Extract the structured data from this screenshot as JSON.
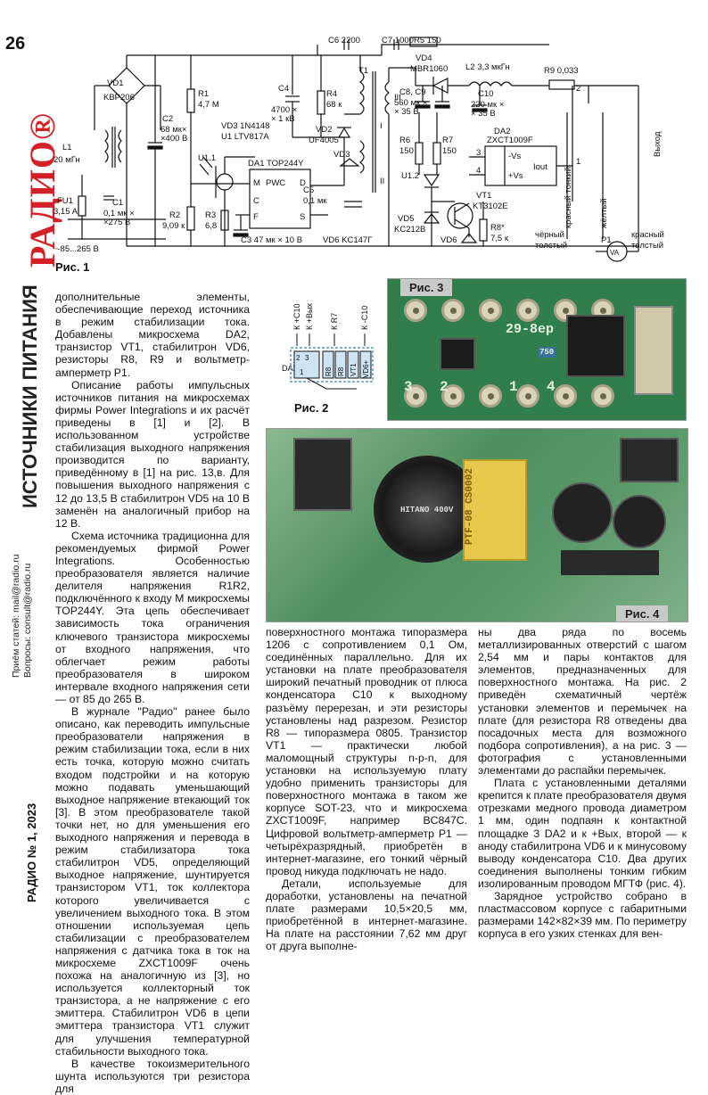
{
  "sidebar": {
    "page_number": "26",
    "logo": "РАДИО®",
    "section": "ИСТОЧНИКИ ПИТАНИЯ",
    "contacts_line1": "Приём статей: mail@radio.ru",
    "contacts_line2": "Вопросы: consult@radio.ru",
    "issue": "РАДИО № 1, 2023"
  },
  "fig1": {
    "caption": "Рис. 1",
    "labels": {
      "vd1": "VD1",
      "vd1_type": "KBP206",
      "l1": "L1",
      "l1_val": "20 мГн",
      "fu1": "FU1",
      "fu1_val": "3,15 A",
      "c1": "C1",
      "c1_val1": "0,1 мк ×",
      "c1_val2": "×275 В",
      "mains": "~85...265 В",
      "c2": "C2",
      "c2_val1": "68 мк×",
      "c2_val2": "×400 В",
      "r1": "R1",
      "r1_val": "4,7 М",
      "r2": "R2",
      "r2_val": "9,09 к",
      "r3": "R3",
      "r3_val": "6,8",
      "vd3": "VD3 1N4148",
      "u1": "U1 LTV817A",
      "u11": "U1.1",
      "da1": "DA1 TOP244Y",
      "pin_m": "M",
      "pin_pwc": "PWC",
      "pin_d": "D",
      "pin_c": "C",
      "pin_f": "F",
      "pin_s": "S",
      "c3": "C3 47 мк × 10 В",
      "c4": "C4",
      "c4_val1": "4700 ×",
      "c4_val2": "× 1 кВ",
      "r4": "R4",
      "r4_val": "68 к",
      "vd2": "VD2",
      "vd2_type": "UF4005",
      "vd3b": "VD3",
      "c5": "C5",
      "c5_val": "0,1 мк",
      "vd6": "VD6 KC147Г",
      "c6": "C6 2200",
      "c7": "C7 1000",
      "r5": "R5 150",
      "vd4": "VD4",
      "vd4_type": "MBR1060",
      "t1": "T1",
      "w1": "I",
      "w2": "II",
      "w3": "III",
      "c89": "C8, C9",
      "c89_val1": "560 мк ×",
      "c89_val2": "× 35 В",
      "l2": "L2 3,3 мкГн",
      "c10": "C10",
      "c10_val1": "220 мк ×",
      "c10_val2": "× 35 В",
      "r9": "R9 0,033",
      "r6": "R6",
      "r6_val": "150",
      "r7": "R7",
      "r7_val": "150",
      "u12": "U1.2",
      "vd5": "VD5",
      "vd5_type": "KC212В",
      "vd6b": "VD6",
      "da2": "DA2",
      "da2_type": "ZXCT1009F",
      "vs_minus": "-Vs",
      "vs_plus": "+Vs",
      "iout": "Iout",
      "vt1": "VT1",
      "vt1_type": "KT3102E",
      "r8": "R8*",
      "r8_val": "7,5 к",
      "red_thin": "красный тонкий",
      "yellow": "жёлтый",
      "black_thick1": "чёрный",
      "black_thick2": "толстый",
      "red_thick1": "красный",
      "red_thick2": "толстый",
      "p1": "P1",
      "meter": "VA",
      "out": "Выход",
      "n1": "1",
      "n2": "2",
      "n3": "3",
      "n4": "4"
    }
  },
  "fig2": {
    "caption": "Рис. 2",
    "top_labels": [
      "К +С10",
      "К +Вых",
      "К R7",
      "К -С10"
    ],
    "da2": "DA2",
    "pins": [
      "2",
      "3",
      "1"
    ],
    "parts": [
      "R8",
      "R8",
      "VT1",
      "VD6+"
    ]
  },
  "fig3": {
    "caption": "Рис. 3",
    "board_text": "29-8ep",
    "pad_numbers": [
      "2",
      "3",
      "1",
      "4"
    ],
    "marker": "750"
  },
  "fig4": {
    "caption": "Рис. 4",
    "cap_text": "PTF-08 CS0002",
    "cap2_text": "HITANO 400V"
  },
  "columns": {
    "col1": [
      "дополнительные элементы, обеспечивающие переход источника в режим стабилизации тока. Добавлены микросхема DA2, транзистор VT1, стабилитрон VD6, резисторы R8, R9 и вольтметр-амперметр P1.",
      "Описание работы импульсных источников питания на микросхемах фирмы Power Integrations и их расчёт приведены в [1] и [2]. В использованном устройстве стабилизация выходного напряжения производится по варианту, приведённому в [1] на рис. 13,в. Для повышения выходного напряжения с 12 до 13,5 В стабилитрон VD5 на 10 В заменён на аналогичный прибор на 12 В.",
      "Схема источника традиционна для рекомендуемых фирмой Power Integrations. Особенностью преобразователя является наличие делителя напряжения R1R2, подключённого к входу M микросхемы TOP244Y. Эта цепь обеспечивает зависимость тока ограничения ключевого транзистора микросхемы от входного напряжения, что облегчает режим работы преобразователя в широком интервале входного напряжения сети — от 85 до 265 В.",
      "В журнале \"Радио\" ранее было описано, как переводить импульсные преобразователи напряжения в режим стабилизации тока, если в них есть точка, которую можно считать входом подстройки и на которую можно подавать уменьшающий выходное напряжение втекающий ток [3]. В этом преобразователе такой точки нет, но для уменьшения его выходного напряжения и перевода в режим стабилизатора тока стабилитрон VD5, определяющий выходное напряжение, шунтируется транзистором VT1, ток коллектора которого увеличивается с увеличением выходного тока. В этом отношении используемая цепь стабилизации с преобразователем напряжения с датчика тока в ток на микросхеме ZXCT1009F очень похожа на аналогичную из [3], но используется коллекторный ток транзистора, а не напряжение с его эмиттера. Стабилитрон VD6 в цепи эмиттера транзистора VT1 служит для улучшения температурной стабильности выходного тока.",
      "В качестве токоизмерительного шунта используются три резистора для"
    ],
    "col2": [
      "поверхностного монтажа типоразмера 1206 с сопротивлением 0,1 Ом, соединённых параллельно. Для их установки на плате преобразователя широкий печатный проводник от плюса конденсатора C10 к выходному разъёму перерезан, и эти резисторы установлены над разрезом. Резистор R8 — типоразмера 0805. Транзистор VT1 — практически любой маломощный структуры n-p-n, для установки на используемую плату удобно применить транзисторы для поверхностного монтажа в таком же корпусе SOT-23, что и микросхема ZXCT1009F, например BC847C. Цифровой вольтметр-амперметр P1 — четырёхразрядный, приобретён в интернет-магазине, его тонкий чёрный провод никуда подключать не надо.",
      "Детали, используемые для доработки, установлены на печатной плате размерами 10,5×20,5 мм, приобретённой в интернет-магазине. На плате на расстоянии 7,62 мм друг от друга выполне-"
    ],
    "col3": [
      "ны два ряда по восемь металлизированных отверстий с шагом 2,54 мм и пары контактов для элементов, предназначенных для поверхностного монтажа. На рис. 2 приведён схематичный чертёж установки элементов и перемычек на плате (для резистора R8 отведены два посадочных места для возможного подбора сопротивления), а на рис. 3 — фотография с установленными элементами до распайки перемычек.",
      "Плата с установленными деталями крепится к плате преобразователя двумя отрезками медного провода диаметром 1 мм, один подпаян к контактной площадке 3 DA2 и к +Вых, второй — к аноду стабилитрона VD6 и к минусовому выводу конденсатора C10. Два других соединения выполнены тонким гибким изолированным проводом МГТФ (рис. 4).",
      "Зарядное устройство собрано в пластмассовом корпусе с габаритными размерами 142×82×39 мм. По периметру корпуса в его узких стенках для вен-"
    ]
  }
}
